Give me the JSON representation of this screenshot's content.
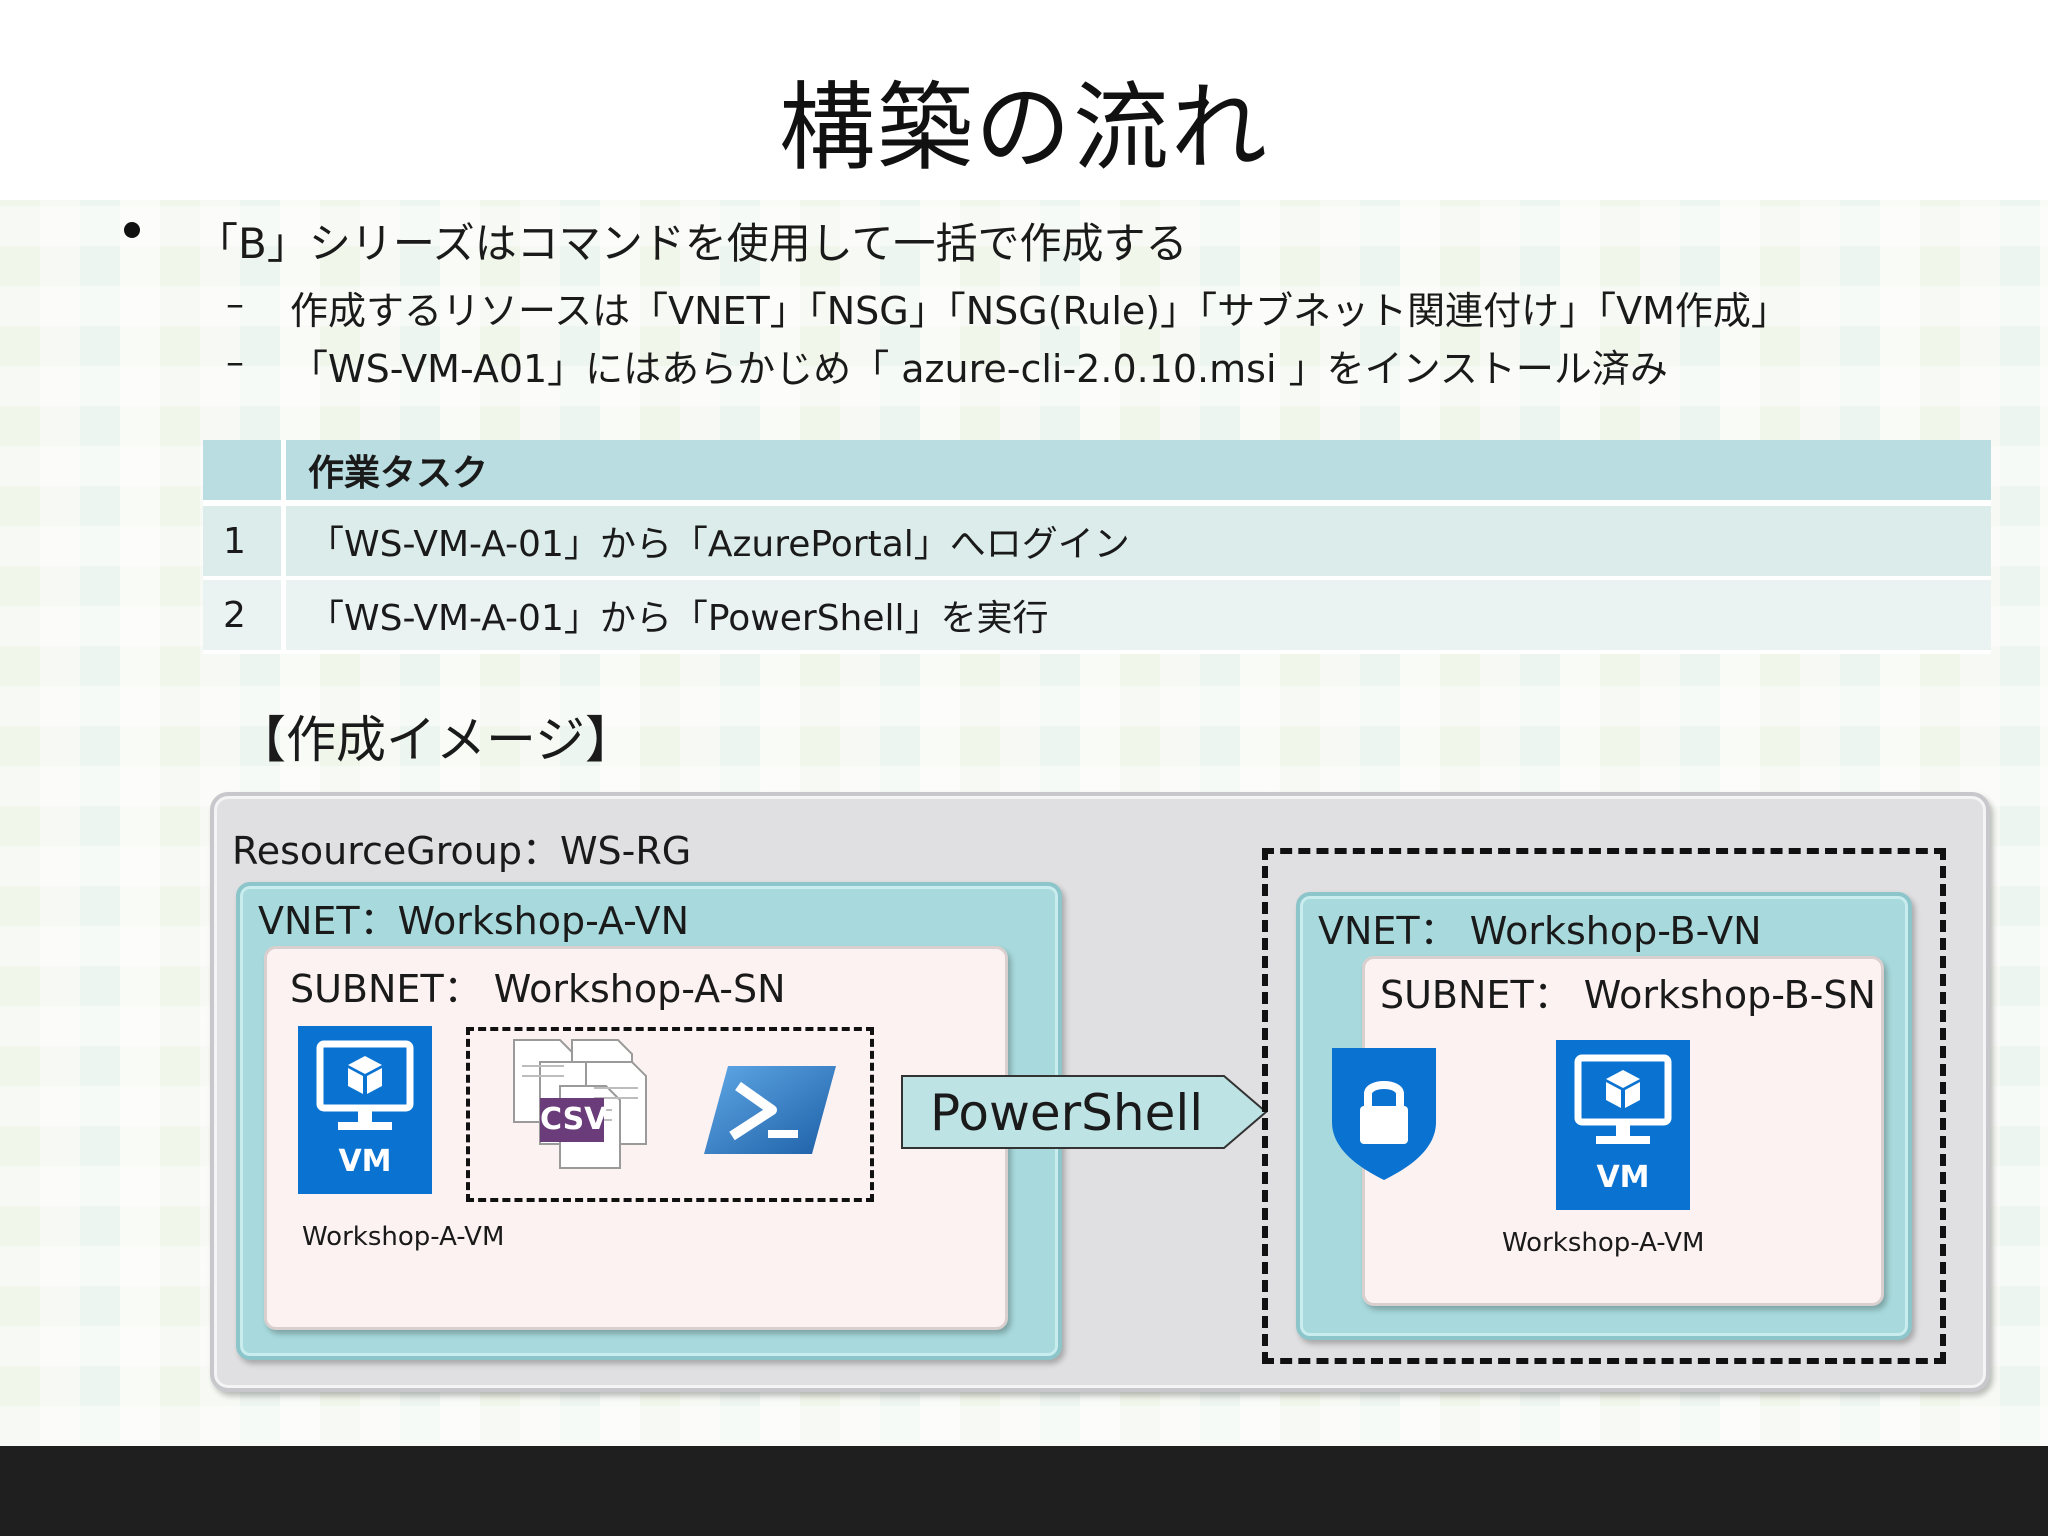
{
  "title": "構築の流れ",
  "bullet": {
    "text": "「B」シリーズはコマンドを使用して一括で作成する",
    "subitems": [
      {
        "dash": "–",
        "text": "作成するリソースは「VNET」「NSG」「NSG(Rule)」「サブネット関連付け」「VM作成」"
      },
      {
        "dash": "–",
        "text": "「WS-VM-A01」にはあらかじめ「 azure-cli-2.0.10.msi 」をインストール済み"
      }
    ]
  },
  "table": {
    "header": [
      "",
      "作業タスク"
    ],
    "rows": [
      {
        "no": "1",
        "task": "「WS-VM-A-01」から「AzurePortal」へログイン"
      },
      {
        "no": "2",
        "task": "「WS-VM-A-01」から「PowerShell」を実行"
      }
    ]
  },
  "diagram": {
    "label": "【作成イメージ】",
    "resource_group": "ResourceGroup：WS-RG",
    "vnet_a": "VNET：Workshop-A-VN",
    "subnet_a": "SUBNET： Workshop-A-SN",
    "vm_a_tile": "VM",
    "vm_a_caption": "Workshop-A-VM",
    "csv_label": "CSV",
    "arrow_label": "PowerShell",
    "vnet_b": "VNET： Workshop-B-VN",
    "subnet_b": "SUBNET： Workshop-B-SN",
    "vm_b_tile": "VM",
    "vm_b_caption": "Workshop-A-VM"
  },
  "colors": {
    "vm_blue": "#0a72d0",
    "vnet_teal": "#a8dadd",
    "subnet_pink": "#fdf2f2",
    "table_header": "#b9dde0"
  }
}
